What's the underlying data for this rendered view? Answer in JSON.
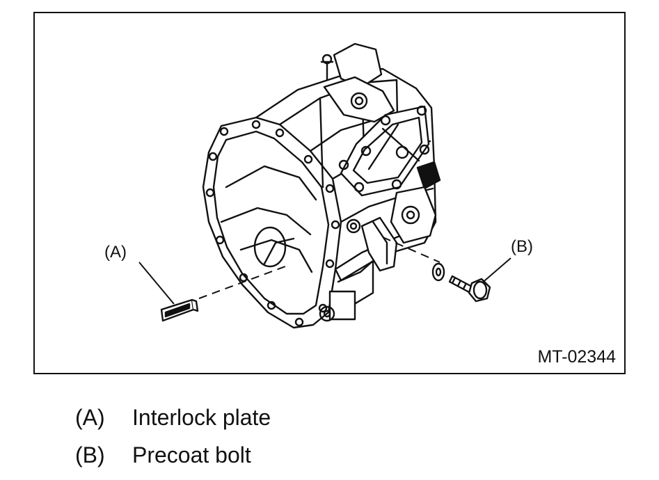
{
  "figure": {
    "id": "MT-02344",
    "callouts": {
      "a": "(A)",
      "b": "(B)"
    }
  },
  "legend": [
    {
      "key": "(A)",
      "label": "Interlock plate"
    },
    {
      "key": "(B)",
      "label": "Precoat bolt"
    }
  ]
}
